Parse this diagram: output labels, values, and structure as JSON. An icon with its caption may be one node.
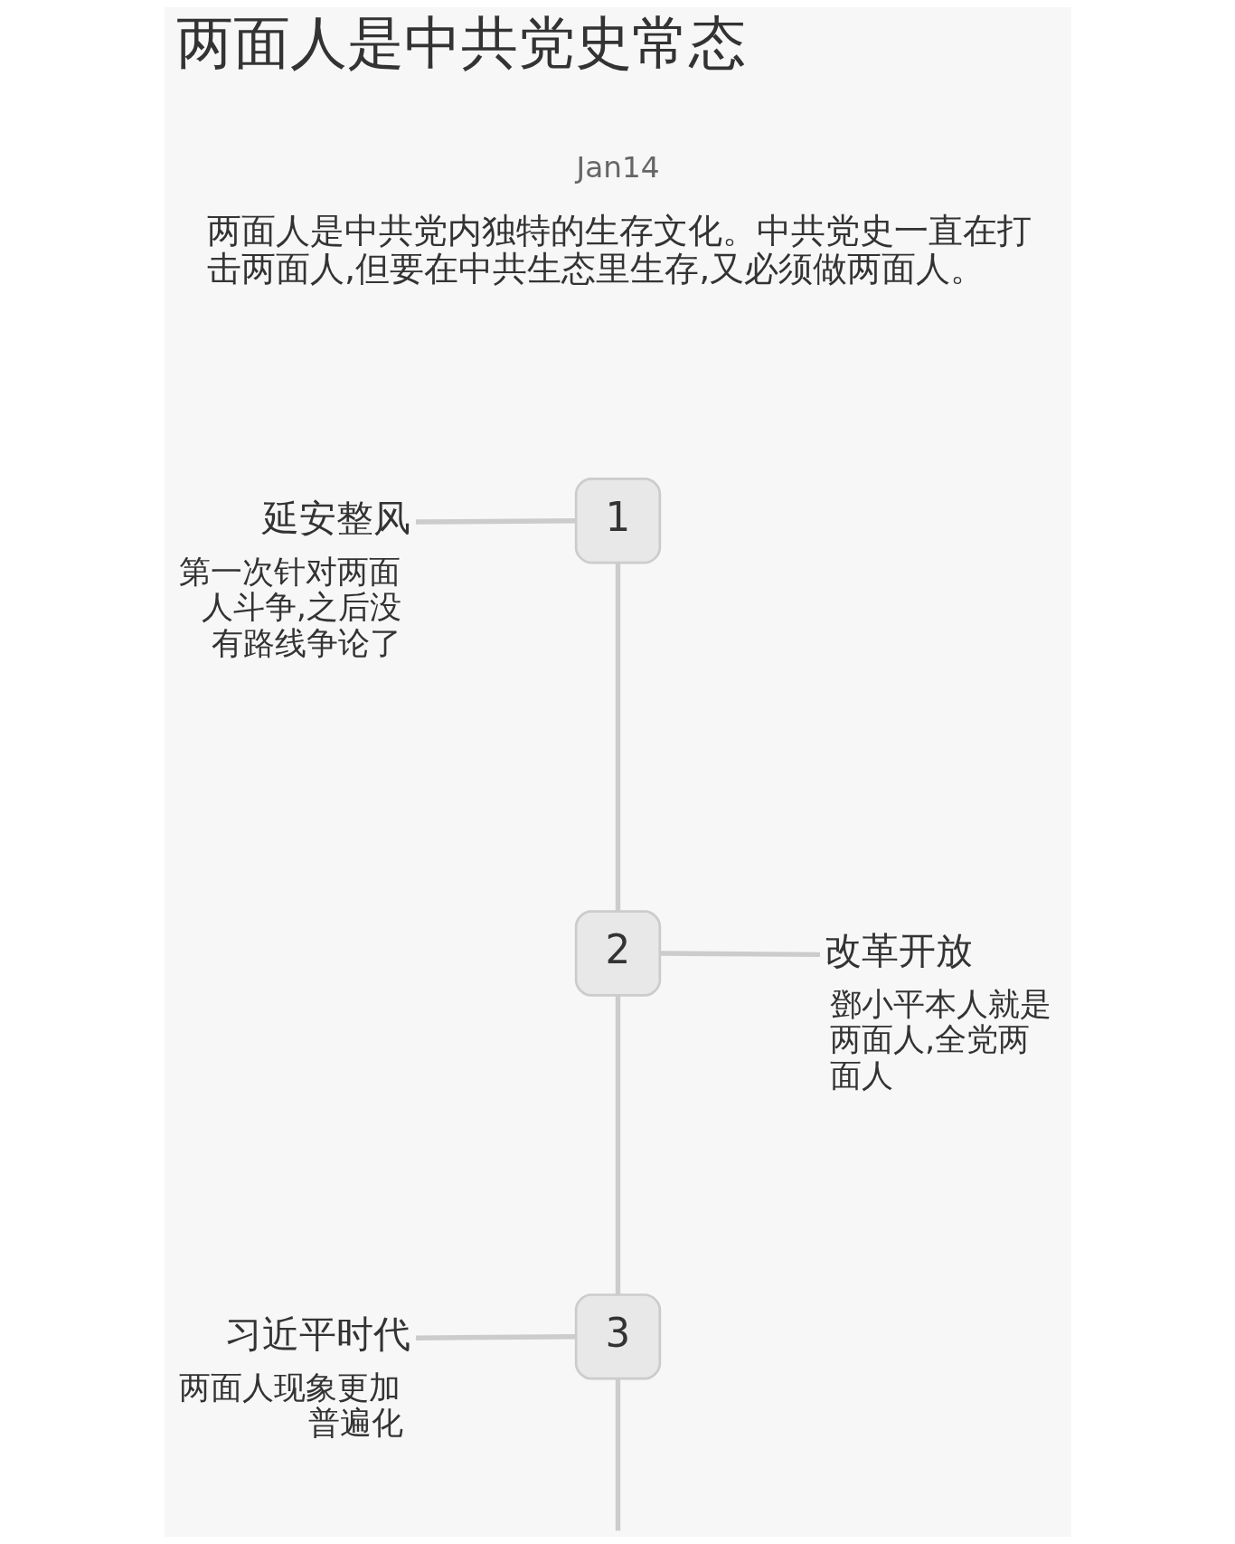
{
  "diagram": {
    "title": "两面人是中共党史常态",
    "nodes": [
      {
        "text": [
          "延安整风",
          "第一次针对两面人斗争,之后没有路线争论了"
        ]
      },
      {
        "text": [
          "1"
        ]
      },
      {
        "text": [
          "2"
        ]
      },
      {
        "text": [
          "改革开放",
          "鄧小平本人就是两面人,全党两面人"
        ]
      },
      {
        "text": [
          "习近平时代",
          "两面人现象更加普遍化"
        ]
      },
      {
        "text": [
          "3"
        ]
      }
    ],
    "edges": [
      {
        "from": 0,
        "to": 1,
        "arrow": "none"
      },
      {
        "from": 1,
        "to": 2,
        "arrow": "none"
      },
      {
        "from": 2,
        "to": 3,
        "arrow": "none"
      },
      {
        "from": 2,
        "to": 5,
        "arrow": "none"
      },
      {
        "from": 4,
        "to": 5,
        "arrow": "none"
      },
      {
        "from": 5,
        "to": null,
        "arrow": "none"
      }
    ],
    "labels": [
      "Jan14",
      "两面人是中共党内独特的生存文化。中共党史一直在打击两面人,但要在中共生态里生存,又必须做两面人。"
    ]
  }
}
